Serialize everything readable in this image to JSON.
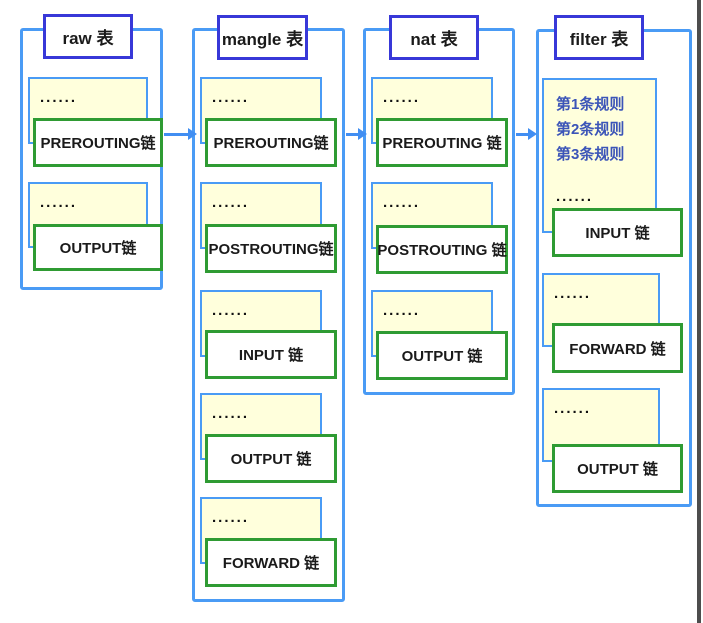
{
  "colors": {
    "outer_border": "#4a9bf5",
    "chain_box_border": "#4a9bf5",
    "chain_box_bg": "#ffffdc",
    "title_border": "#3838d8",
    "label_border": "#2f9b33",
    "arrow_color": "#418ef2",
    "rules_color": "#3c55b8",
    "edge_color": "#4d4d4d",
    "text_color": "#1a1a1a"
  },
  "dots": "......",
  "tables": [
    {
      "id": "raw",
      "title": "raw 表",
      "chains": [
        {
          "label": "PREROUTING链"
        },
        {
          "label": "OUTPUT链"
        }
      ]
    },
    {
      "id": "mangle",
      "title": "mangle 表",
      "chains": [
        {
          "label": "PREROUTING链"
        },
        {
          "label": "POSTROUTING链"
        },
        {
          "label": "INPUT 链"
        },
        {
          "label": "OUTPUT 链"
        },
        {
          "label": "FORWARD 链"
        }
      ]
    },
    {
      "id": "nat",
      "title": "nat 表",
      "chains": [
        {
          "label": "PREROUTING 链"
        },
        {
          "label": "POSTROUTING 链"
        },
        {
          "label": "OUTPUT 链"
        }
      ]
    },
    {
      "id": "filter",
      "title": "filter 表",
      "rules": [
        "第1条规则",
        "第2条规则",
        "第3条规则"
      ],
      "chains": [
        {
          "label": "INPUT 链"
        },
        {
          "label": "FORWARD 链"
        },
        {
          "label": "OUTPUT 链"
        }
      ]
    }
  ]
}
